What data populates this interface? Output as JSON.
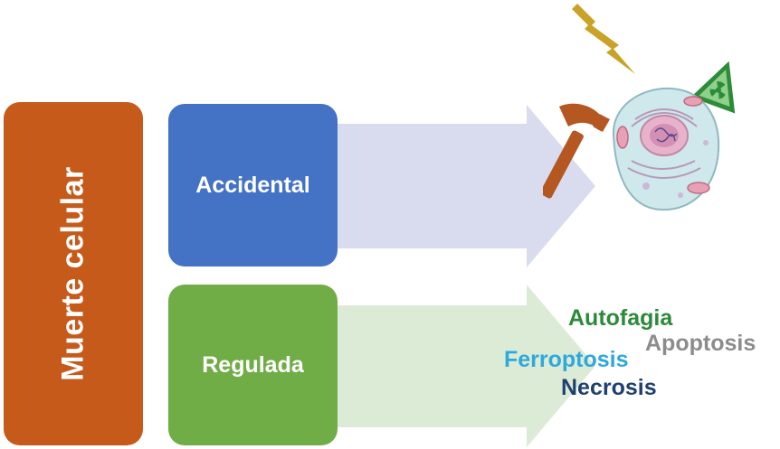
{
  "root": {
    "label": "Muerte celular"
  },
  "branches": [
    {
      "label": "Accidental",
      "color": "#4472c4"
    },
    {
      "label": "Regulada",
      "color": "#70ad47"
    }
  ],
  "regulated_types": [
    {
      "label": "Autofagia",
      "color": "#2d8a3a"
    },
    {
      "label": "Apoptosis",
      "color": "#8c8c8c"
    },
    {
      "label": "Ferroptosis",
      "color": "#2fa8dc"
    },
    {
      "label": "Necrosis",
      "color": "#1f4070"
    }
  ],
  "icons": [
    "lightning-icon",
    "radiation-icon",
    "hammer-icon",
    "cell-icon"
  ],
  "colors": {
    "root": "#c55a1b",
    "arrow_accidental": "#d9dcee",
    "arrow_regulada": "#dcebd6"
  }
}
